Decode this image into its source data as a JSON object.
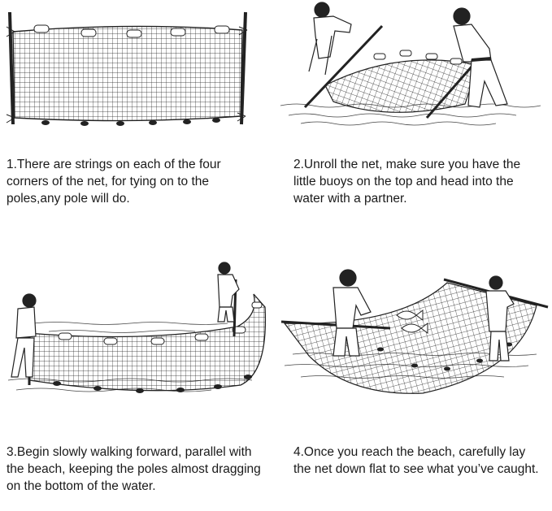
{
  "steps": [
    {
      "caption": "1.There are strings on each of the four corners of the net, for tying on to the poles,any pole will do."
    },
    {
      "caption": "2.Unroll the net, make sure you have the little buoys on the top and head into the water with a partner."
    },
    {
      "caption": "3.Begin slowly walking forward, parallel with the beach, keeping the poles almost dragging on the bottom of the water."
    },
    {
      "caption": "4.Once you reach the beach, carefully lay the net down flat to see what you’ve caught."
    }
  ],
  "colors": {
    "ink": "#1a1a1a",
    "background": "#ffffff"
  }
}
